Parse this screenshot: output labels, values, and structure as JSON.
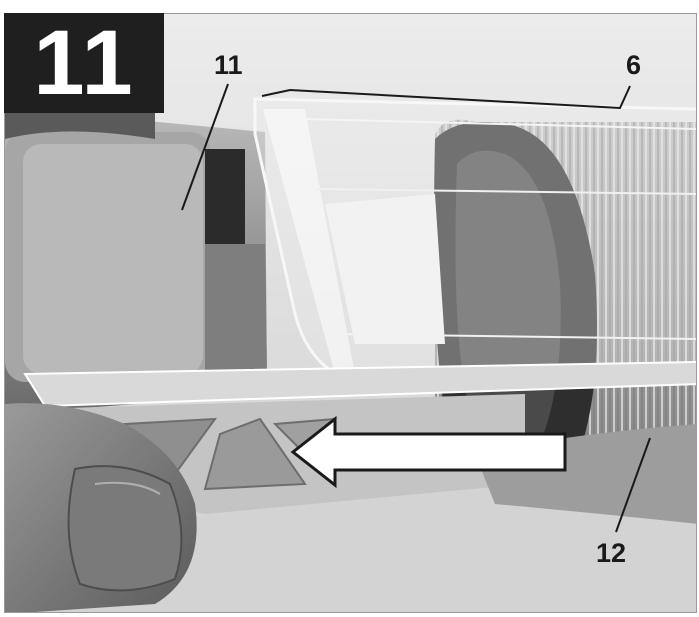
{
  "figure": {
    "step_number": "11",
    "callouts": [
      {
        "id": "11",
        "label": "11"
      },
      {
        "id": "6",
        "label": "6"
      },
      {
        "id": "12",
        "label": "12"
      }
    ]
  },
  "colors": {
    "badge_background": "#1f1f1f",
    "badge_text": "#ffffff",
    "callout_text": "#1a1a1a",
    "arrow_fill": "#ffffff"
  }
}
